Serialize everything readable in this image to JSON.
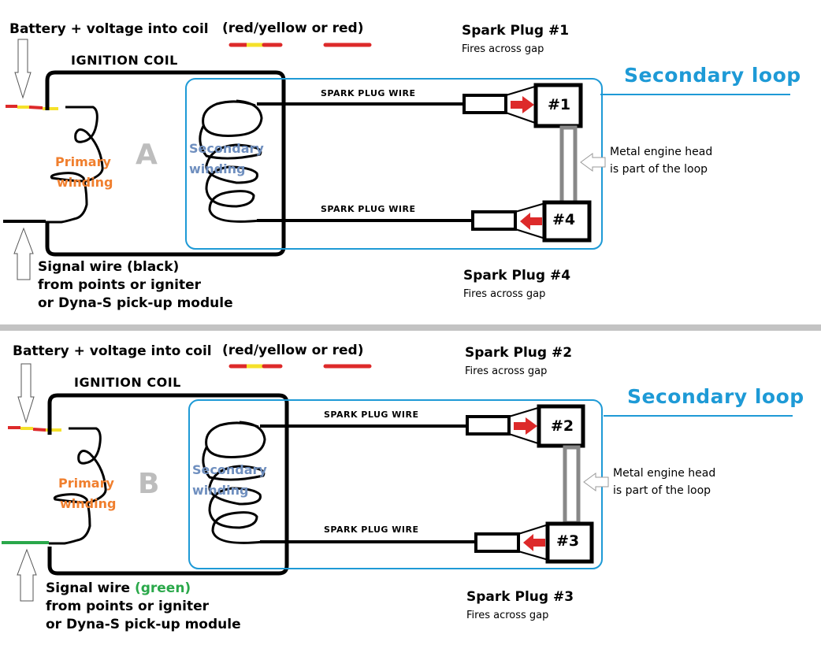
{
  "diagram_title": "Ignition coil secondary loop wiring",
  "colors": {
    "wire_red": "#dd2a2a",
    "wire_yellow": "#f5e12a",
    "wire_green": "#2aa84a",
    "loop_blue": "#1e9ad6",
    "primary_orange": "#f07f2e",
    "secondary_blue_gray": "#6f8fbf",
    "engine_head_gray": "#888888",
    "divider_gray": "#c3c3c3"
  },
  "panels": [
    {
      "id": "A",
      "letter": "A",
      "battery_label": "Battery + voltage into coil",
      "color_note": "(red/yellow or red)",
      "coil_title": "IGNITION COIL",
      "primary_label_1": "Primary",
      "primary_label_2": "winding",
      "secondary_label_1": "Secondary",
      "secondary_label_2": "winding",
      "top_wire_label": "SPARK PLUG WIRE",
      "bottom_wire_label": "SPARK PLUG WIRE",
      "top_plug": {
        "title": "Spark Plug #1",
        "subtitle": "Fires across gap",
        "number": "#1"
      },
      "bottom_plug": {
        "title": "Spark Plug #4",
        "subtitle": "Fires across gap",
        "number": "#4"
      },
      "loop_title": "Secondary loop",
      "head_note_1": "Metal engine head",
      "head_note_2": "is part of the loop",
      "signal_line_1_prefix": "Signal wire ",
      "signal_line_1_color": "(black)",
      "signal_line_2": "from points  or igniter",
      "signal_line_3": "or Dyna-S pick-up module",
      "signal_wire_color": "black"
    },
    {
      "id": "B",
      "letter": "B",
      "battery_label": "Battery + voltage into coil",
      "color_note": "(red/yellow or red)",
      "coil_title": "IGNITION COIL",
      "primary_label_1": "Primary",
      "primary_label_2": "winding",
      "secondary_label_1": "Secondary",
      "secondary_label_2": "winding",
      "top_wire_label": "SPARK PLUG WIRE",
      "bottom_wire_label": "SPARK PLUG WIRE",
      "top_plug": {
        "title": "Spark Plug #2",
        "subtitle": "Fires across gap",
        "number": "#2"
      },
      "bottom_plug": {
        "title": "Spark Plug #3",
        "subtitle": "Fires across gap",
        "number": "#3"
      },
      "loop_title": "Secondary loop",
      "head_note_1": "Metal engine head",
      "head_note_2": "is part of the loop",
      "signal_line_1_prefix": "Signal wire ",
      "signal_line_1_color": "(green)",
      "signal_line_2": "from points  or igniter",
      "signal_line_3": "or Dyna-S pick-up module",
      "signal_wire_color": "green"
    }
  ]
}
